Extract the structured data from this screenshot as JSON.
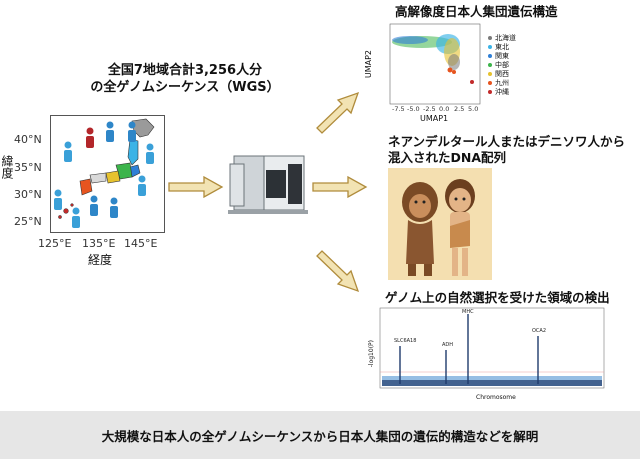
{
  "heading": {
    "line1": "全国7地域合計3,256人分",
    "line2": "の全ゲノムシーケンス（WGS）"
  },
  "japan_map": {
    "lat_ticks": [
      "40°N",
      "35°N",
      "30°N",
      "25°N"
    ],
    "lon_ticks": [
      "125°E",
      "135°E",
      "145°E"
    ],
    "lat_label": "緯度",
    "lon_label": "経度"
  },
  "umap": {
    "title": "高解像度日本人集団遺伝構造",
    "xlabel": "UMAP1",
    "ylabel": "UMAP2",
    "x_ticks": [
      "-7.5",
      "-5.0",
      "-2.5",
      "0.0",
      "2.5",
      "5.0"
    ],
    "legend": [
      {
        "label": "北海道",
        "color": "#7a7a7a"
      },
      {
        "label": "東北",
        "color": "#3bb3e6"
      },
      {
        "label": "関東",
        "color": "#2f7fd6"
      },
      {
        "label": "中部",
        "color": "#3cb44b"
      },
      {
        "label": "関西",
        "color": "#e6c22e"
      },
      {
        "label": "九州",
        "color": "#e6541f"
      },
      {
        "label": "沖縄",
        "color": "#c22a2a"
      }
    ]
  },
  "archaic": {
    "title_line1": "ネアンデルタール人またはデニソワ人から",
    "title_line2": "混入されたDNA配列"
  },
  "selection": {
    "title": "ゲノム上の自然選択を受けた領域の検出",
    "xlabel": "Chromosome",
    "ylabel": "-log10(P)",
    "peaks": [
      "SLC6A18",
      "ADH",
      "MHC",
      "OCA2"
    ]
  },
  "footer": {
    "text": "大規模な日本人の全ゲノムシーケンスから日本人集団の遺伝的構造などを解明"
  }
}
